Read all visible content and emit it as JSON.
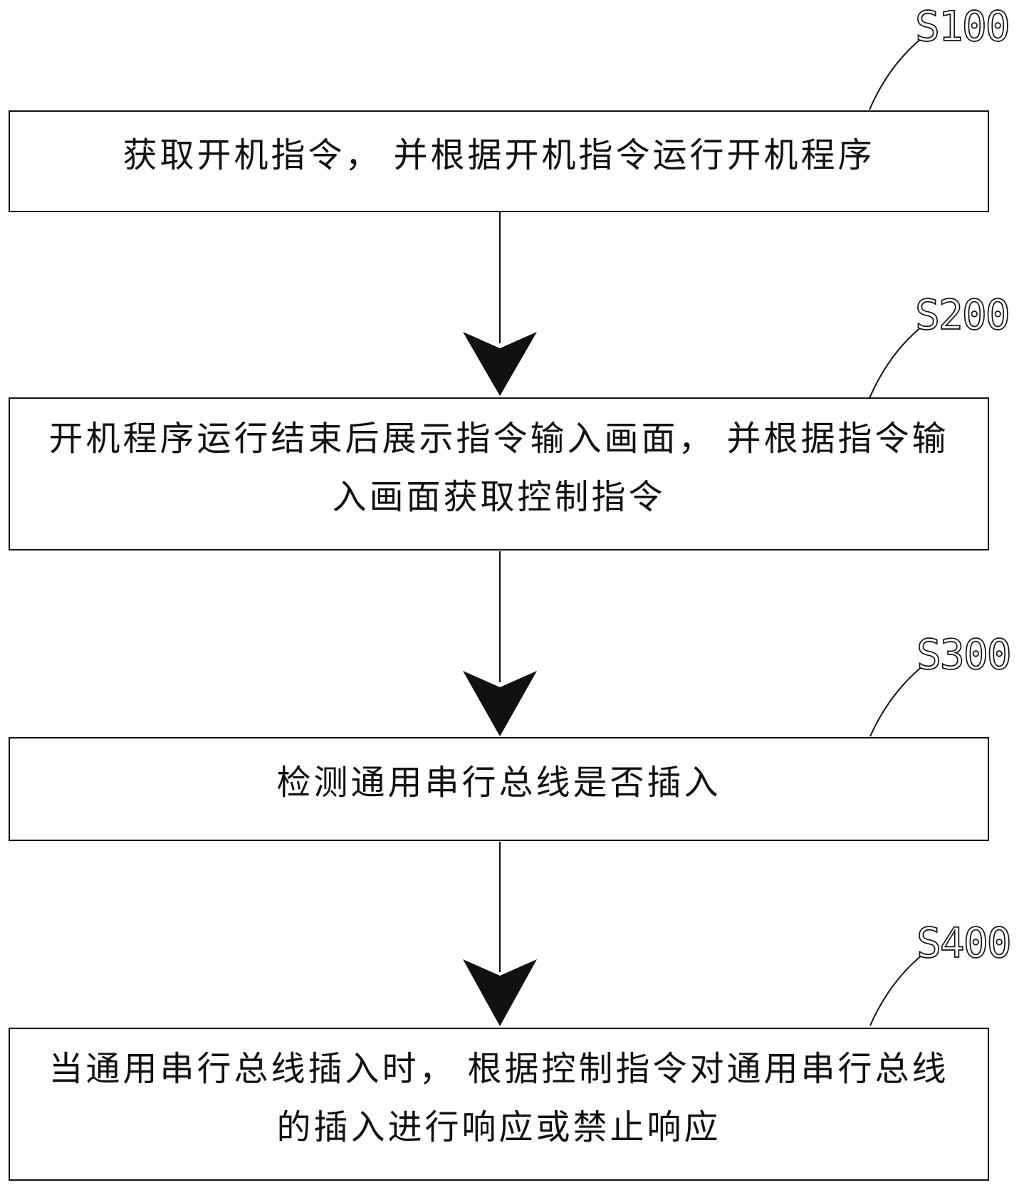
{
  "figure": {
    "background_color": "#ffffff",
    "line_color": "#111111",
    "steps": [
      {
        "label": "S100",
        "lines": [
          "获取开机指令， 并根据开机指令运行开机程序"
        ]
      },
      {
        "label": "S200",
        "lines": [
          "开机程序运行结束后展示指令输入画面， 并根据指令输",
          "入画面获取控制指令"
        ]
      },
      {
        "label": "S300",
        "lines": [
          "检测通用串行总线是否插入"
        ]
      },
      {
        "label": "S400",
        "lines": [
          "当通用串行总线插入时， 根据控制指令对通用串行总线",
          "的插入进行响应或禁止响应"
        ]
      }
    ]
  }
}
